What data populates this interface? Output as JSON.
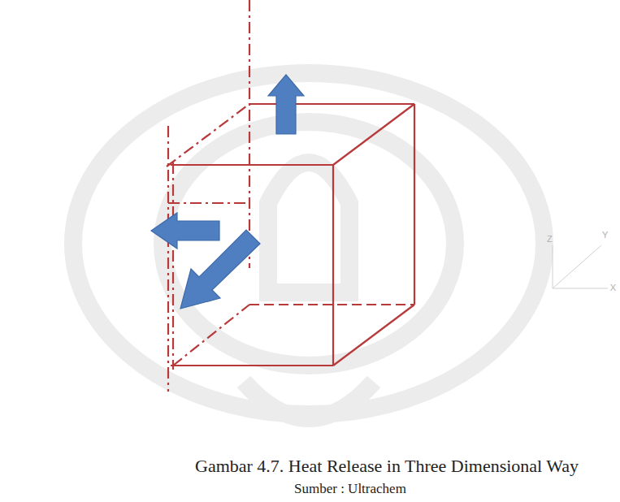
{
  "diagram": {
    "caption": "Gambar 4.7. Heat Release in Three Dimensional Way",
    "labels": [
      "Z",
      "Y",
      "X",
      "Sumber : Ultrachem"
    ]
  }
}
